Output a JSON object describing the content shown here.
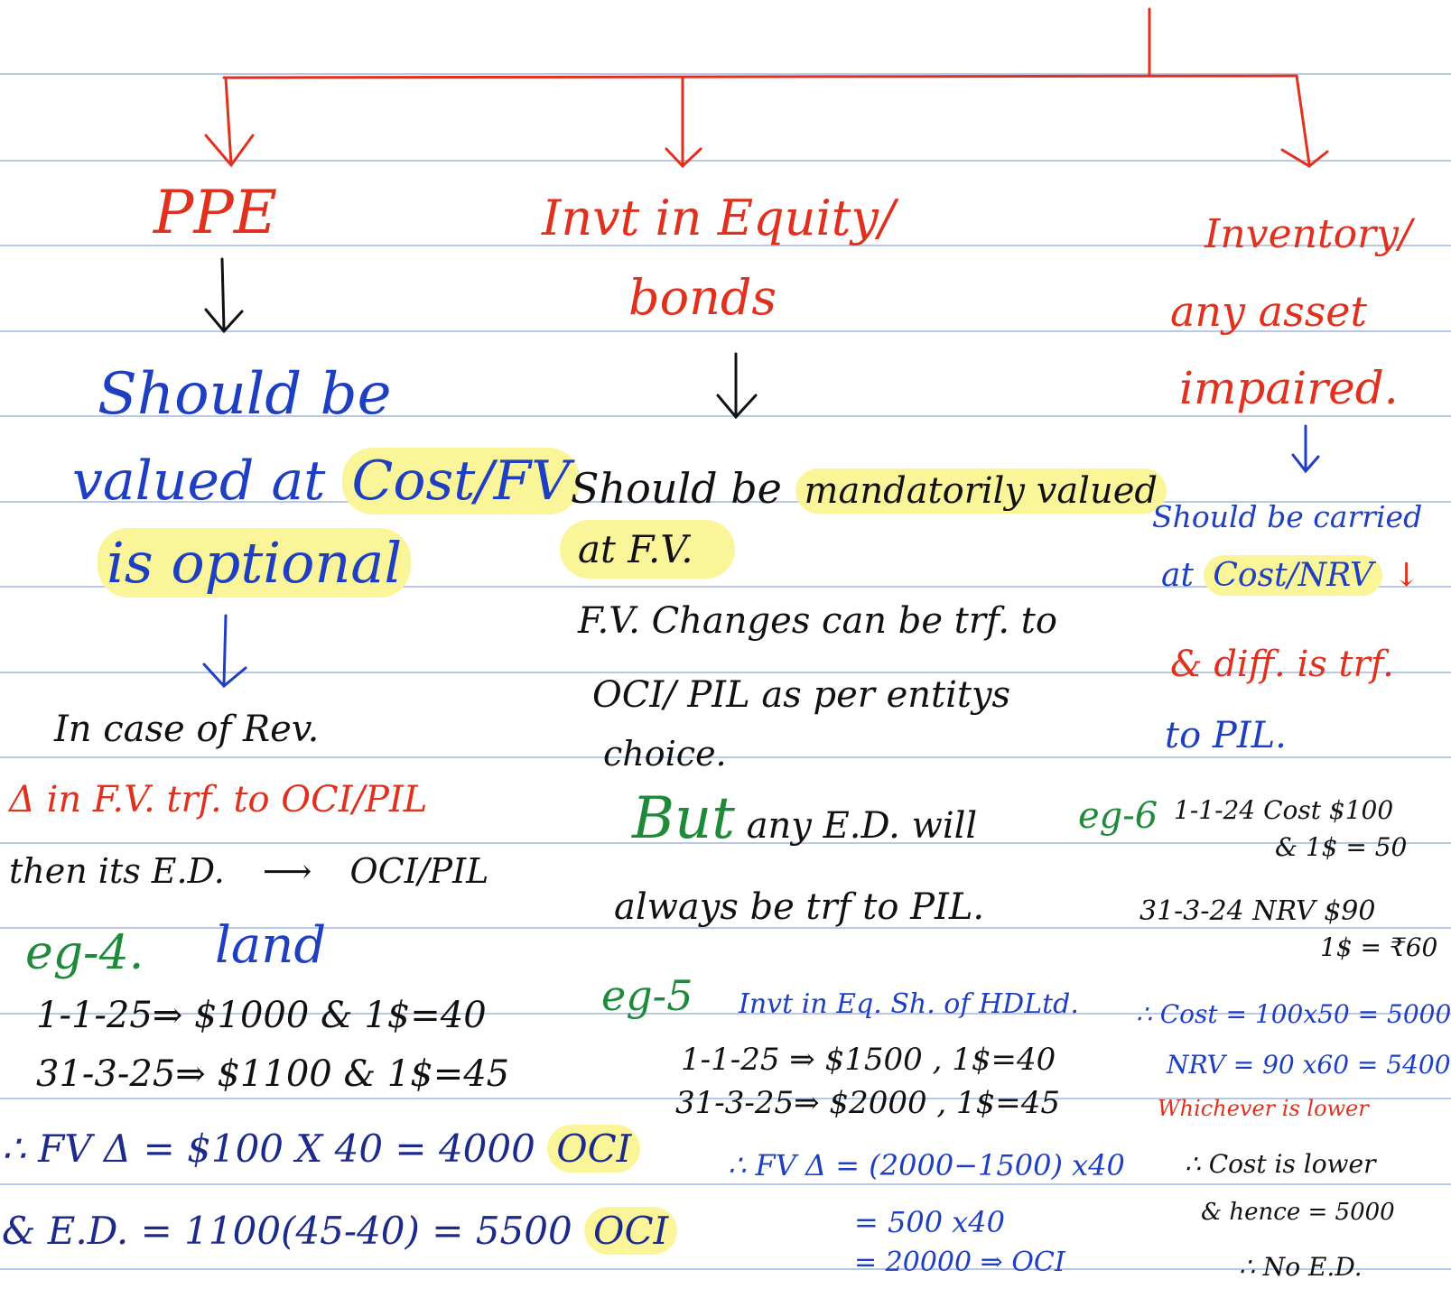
{
  "colors": {
    "red": "#e0301e",
    "blue": "#1f3fc2",
    "navy": "#1c2a8a",
    "black": "#111111",
    "green": "#1e8a3a",
    "highlight": "#fbf59a",
    "rule_line": "#b9c8e8"
  },
  "columns": {
    "ppe": {
      "heading": "PPE",
      "rule_1": "Should be",
      "rule_2_a": "valued at",
      "rule_2_b": "Cost/FV",
      "rule_3": "is optional",
      "rev_1": "In case of Rev.",
      "rev_2": "Δ in F.V. trf. to OCI/PIL",
      "rev_3_a": "then its E.D.",
      "rev_3_b": "OCI/PIL",
      "example_label": "eg-4.",
      "example_title": "land",
      "ex_line_1": "1-1-25⇒ $1000 & 1$=40",
      "ex_line_2": "31-3-25⇒ $1100 & 1$=45",
      "calc_1_a": "∴ FV Δ = $100 X 40 = 4000",
      "calc_1_b": "OCI",
      "calc_2_a": "& E.D. = 1100(45-40) = 5500",
      "calc_2_b": "OCI"
    },
    "invt": {
      "heading_1": "Invt in Equity/",
      "heading_2": "bonds",
      "rule_1_a": "Should be",
      "rule_1_b": "mandatorily valued",
      "rule_2": "at F.V.",
      "rule_3": "F.V. Changes can be trf. to",
      "rule_4": "OCI/ PIL as per entitys",
      "rule_5": "choice.",
      "but_a": "But",
      "but_b": "any E.D. will",
      "but_c": "always be trf to PIL.",
      "example_label": "eg-5",
      "example_title": "Invt in Eq. Sh. of HDLtd.",
      "ex_line_1": "1-1-25 ⇒ $1500 , 1$=40",
      "ex_line_2": "31-3-25⇒ $2000 , 1$=45",
      "calc_1": "∴ FV Δ = (2000−1500) x40",
      "calc_2": "= 500 x40",
      "calc_3": "= 20000 ⇒ OCI"
    },
    "inventory": {
      "heading_1": "Inventory/",
      "heading_2": "any asset",
      "heading_3": "impaired.",
      "rule_1": "Should be carried",
      "rule_2_a": "at",
      "rule_2_b": "Cost/NRV",
      "rule_3": "& diff. is trf.",
      "rule_4": "to PIL.",
      "example_label": "eg-6",
      "ex_line_1": "1-1-24 Cost $100",
      "ex_line_2": "& 1$ = 50",
      "ex_line_3": "31-3-24 NRV $90",
      "ex_line_4": "1$ = ₹60",
      "calc_1": "∴ Cost = 100x50 = 5000",
      "calc_2": "NRV = 90 x60 = 5400",
      "calc_3": "Whichever is lower",
      "calc_4": "∴ Cost is lower",
      "calc_5": "& hence = 5000",
      "calc_6": "∴ No E.D."
    }
  }
}
